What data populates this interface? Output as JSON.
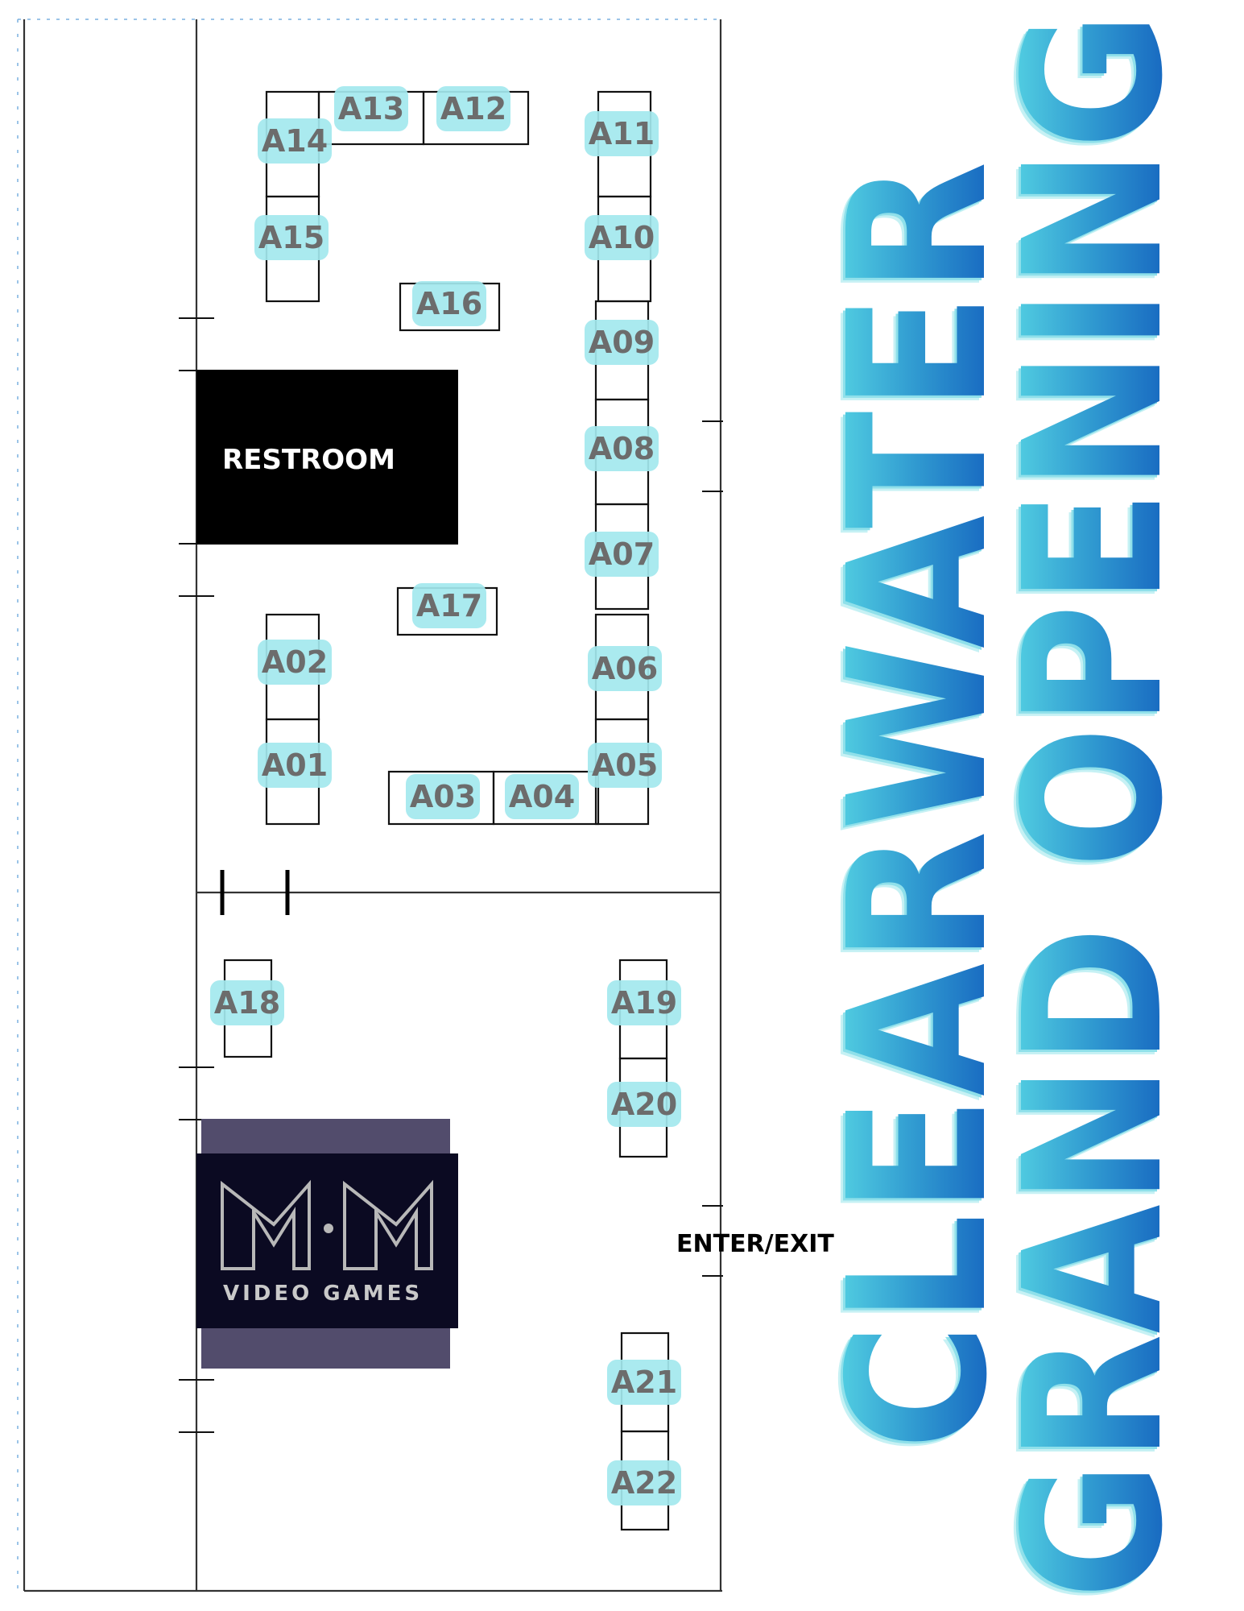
{
  "title": {
    "line1": "GRAND OPENING",
    "line2": "CLEARWATER"
  },
  "rooms": {
    "restroom": "RESTROOM",
    "entrance": "ENTER/EXIT"
  },
  "logo": {
    "text": "VIDEO GAMES",
    "name": "MM Video Games"
  },
  "booths": [
    "A01",
    "A02",
    "A03",
    "A04",
    "A05",
    "A06",
    "A07",
    "A08",
    "A09",
    "A10",
    "A11",
    "A12",
    "A13",
    "A14",
    "A15",
    "A16",
    "A17",
    "A18",
    "A19",
    "A20",
    "A21",
    "A22"
  ],
  "colors": {
    "booth_highlight": "#a3e8ee",
    "title_top": "#5fe3e8",
    "title_bottom": "#0b4fb8",
    "logo_bg": "#0b0a22",
    "logo_frame": "#524c6c"
  }
}
